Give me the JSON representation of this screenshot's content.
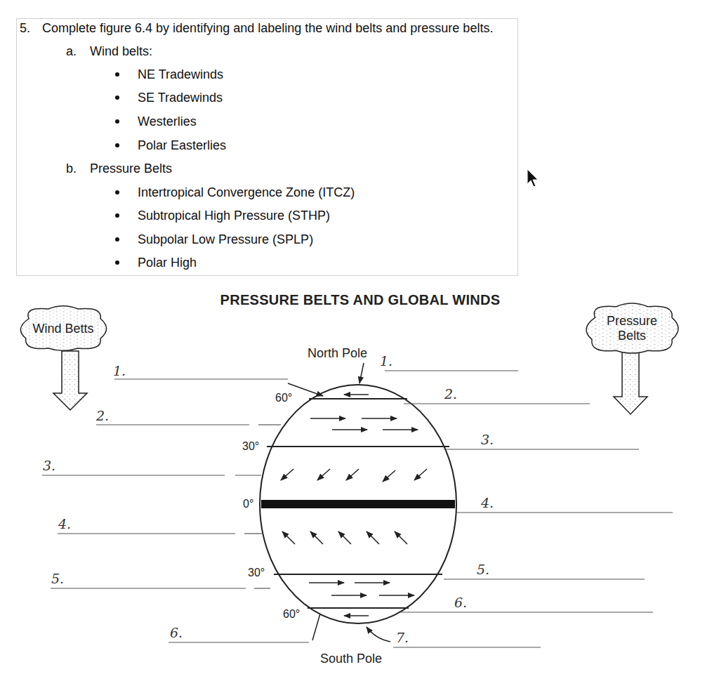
{
  "diagram": {
    "title": "PRESSURE BELTS AND GLOBAL WINDS",
    "nodes": [
      {
        "text": [
          "5.",
          "Complete figure 6.4 by identifying and labeling the wind belts and pressure belts.",
          "a.",
          "Wind belts:",
          "NE Tradewinds",
          "SE Tradewinds",
          "Westerlies",
          "Polar Easterlies",
          "b.",
          "Pressure Belts",
          "Intertropical Convergence Zone (ITCZ)",
          "Subtropical High Pressure (STHP)",
          "Subpolar Low Pressure (SPLP)",
          "Polar High"
        ]
      },
      {
        "text": [
          "Wind Betts"
        ]
      },
      {
        "text": [
          "Pressure Belts"
        ]
      }
    ],
    "labels": [
      "North Pole",
      "60°",
      "30°",
      "0°",
      "30°",
      "60°",
      "South Pole",
      "1.",
      "2.",
      "3.",
      "4.",
      "5.",
      "6.",
      "1.",
      "2.",
      "3.",
      "4.",
      "5.",
      "6.",
      "7."
    ]
  }
}
